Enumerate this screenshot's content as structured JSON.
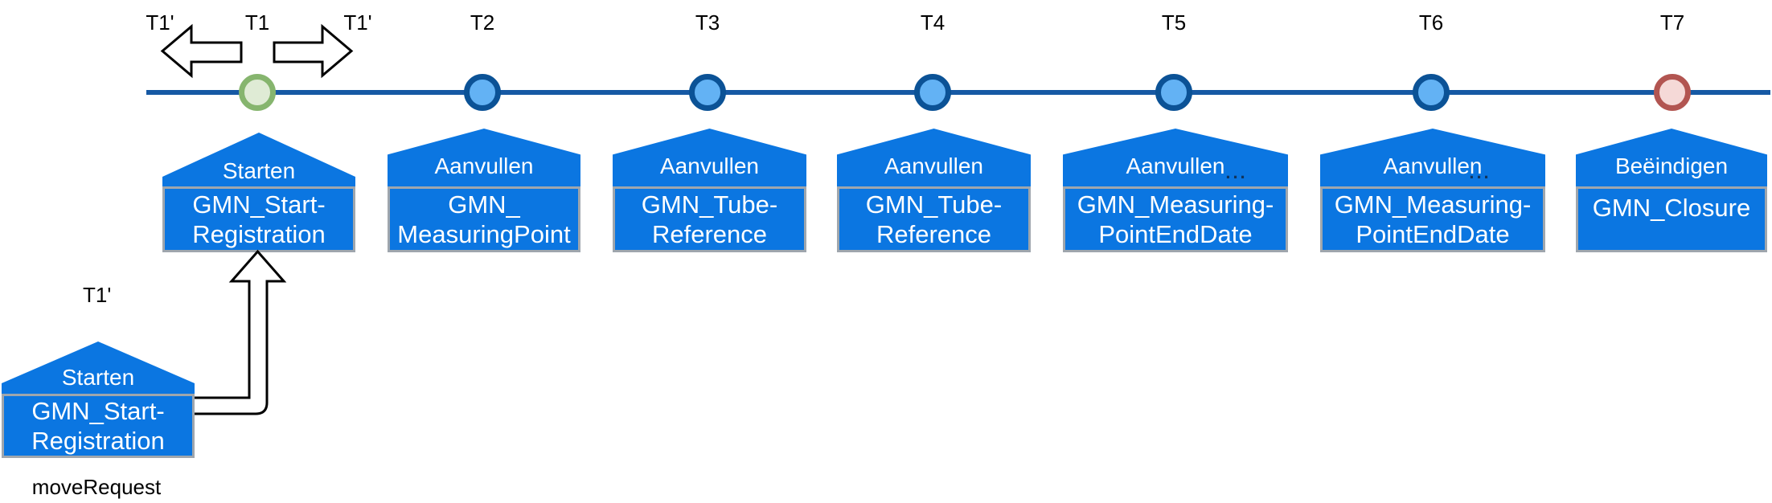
{
  "colors": {
    "timeline_line": "#1659A4",
    "house_fill": "#0B76E1",
    "house_body_border": "#9FA6AD",
    "milestone_circle_fill": "#63B2F4",
    "milestone_circle_border": "#0B5296",
    "start_circle_fill": "#DFEBD5",
    "start_circle_border": "#86B56E",
    "end_circle_fill": "#F5D9D7",
    "end_circle_border": "#B25551",
    "arrow_outline": "#000000",
    "house_text": "#ffffff"
  },
  "timeline": {
    "alt_label_left": "T1'",
    "alt_label_right": "T1'",
    "points": [
      {
        "label": "T1",
        "type": "start"
      },
      {
        "label": "T2",
        "type": "milestone"
      },
      {
        "label": "T3",
        "type": "milestone"
      },
      {
        "label": "T4",
        "type": "milestone"
      },
      {
        "label": "T5",
        "type": "milestone"
      },
      {
        "label": "T6",
        "type": "milestone"
      },
      {
        "label": "T7",
        "type": "end"
      }
    ]
  },
  "houses": [
    {
      "roof": "Starten",
      "line1": "GMN_Start-",
      "line2": "Registration"
    },
    {
      "roof": "Aanvullen",
      "line1": "GMN_",
      "line2": "MeasuringPoint"
    },
    {
      "roof": "Aanvullen",
      "line1": "GMN_Tube-",
      "line2": "Reference"
    },
    {
      "roof": "Aanvullen",
      "line1": "GMN_Tube-",
      "line2": "Reference"
    },
    {
      "roof": "Aanvullen",
      "ellipsis": "...",
      "line1": "GMN_Measuring-",
      "line2": "PointEndDate"
    },
    {
      "roof": "Aanvullen",
      "ellipsis": "...",
      "line1": "GMN_Measuring-",
      "line2": "PointEndDate"
    },
    {
      "roof": "Beëindigen",
      "line1": "GMN_Closure",
      "line2": ""
    }
  ],
  "detached": {
    "t_label": "T1'",
    "roof": "Starten",
    "line1": "GMN_Start-",
    "line2": "Registration",
    "caption": "moveRequest"
  }
}
